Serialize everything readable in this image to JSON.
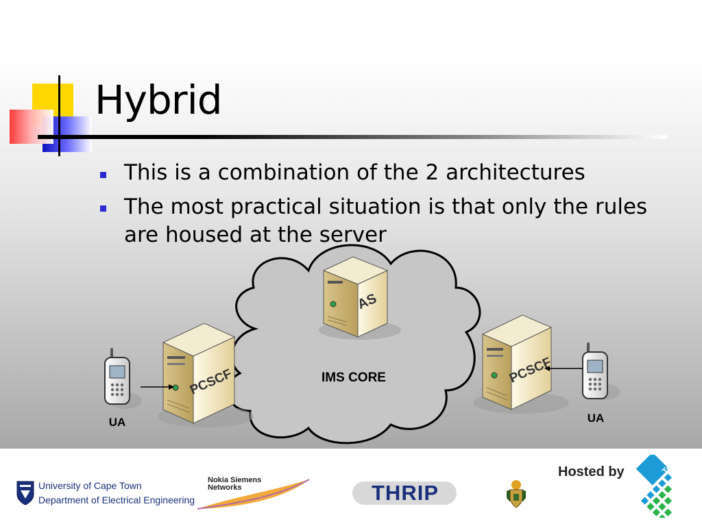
{
  "slide": {
    "title": "Hybrid",
    "bullets": [
      "This is a combination of the 2 architectures",
      "The most practical situation is that only the rules",
      "are housed at the server"
    ]
  },
  "diagram": {
    "cloud_label": "IMS CORE",
    "as_label": "AS",
    "left_server_label": "PCSCF",
    "right_server_label": "PCSCF",
    "left_phone_label": "UA",
    "right_phone_label": "UA"
  },
  "footer": {
    "uct_line1": "University of Cape Town",
    "uct_line2": "Department of Electrical Engineering",
    "nsn_line1": "Nokia Siemens",
    "nsn_line2": "Networks",
    "thrip": "THRIP",
    "hosted_by": "Hosted by",
    "telkom": "Telkom"
  },
  "colors": {
    "bullet": "#2a2ad0",
    "deco_yellow": "#ffd700",
    "deco_red": "#ff3030",
    "deco_blue": "#2020d0",
    "uct_blue": "#1a2f7a",
    "telkom_blue": "#1d9bd6",
    "telkom_green": "#2bb34a"
  }
}
